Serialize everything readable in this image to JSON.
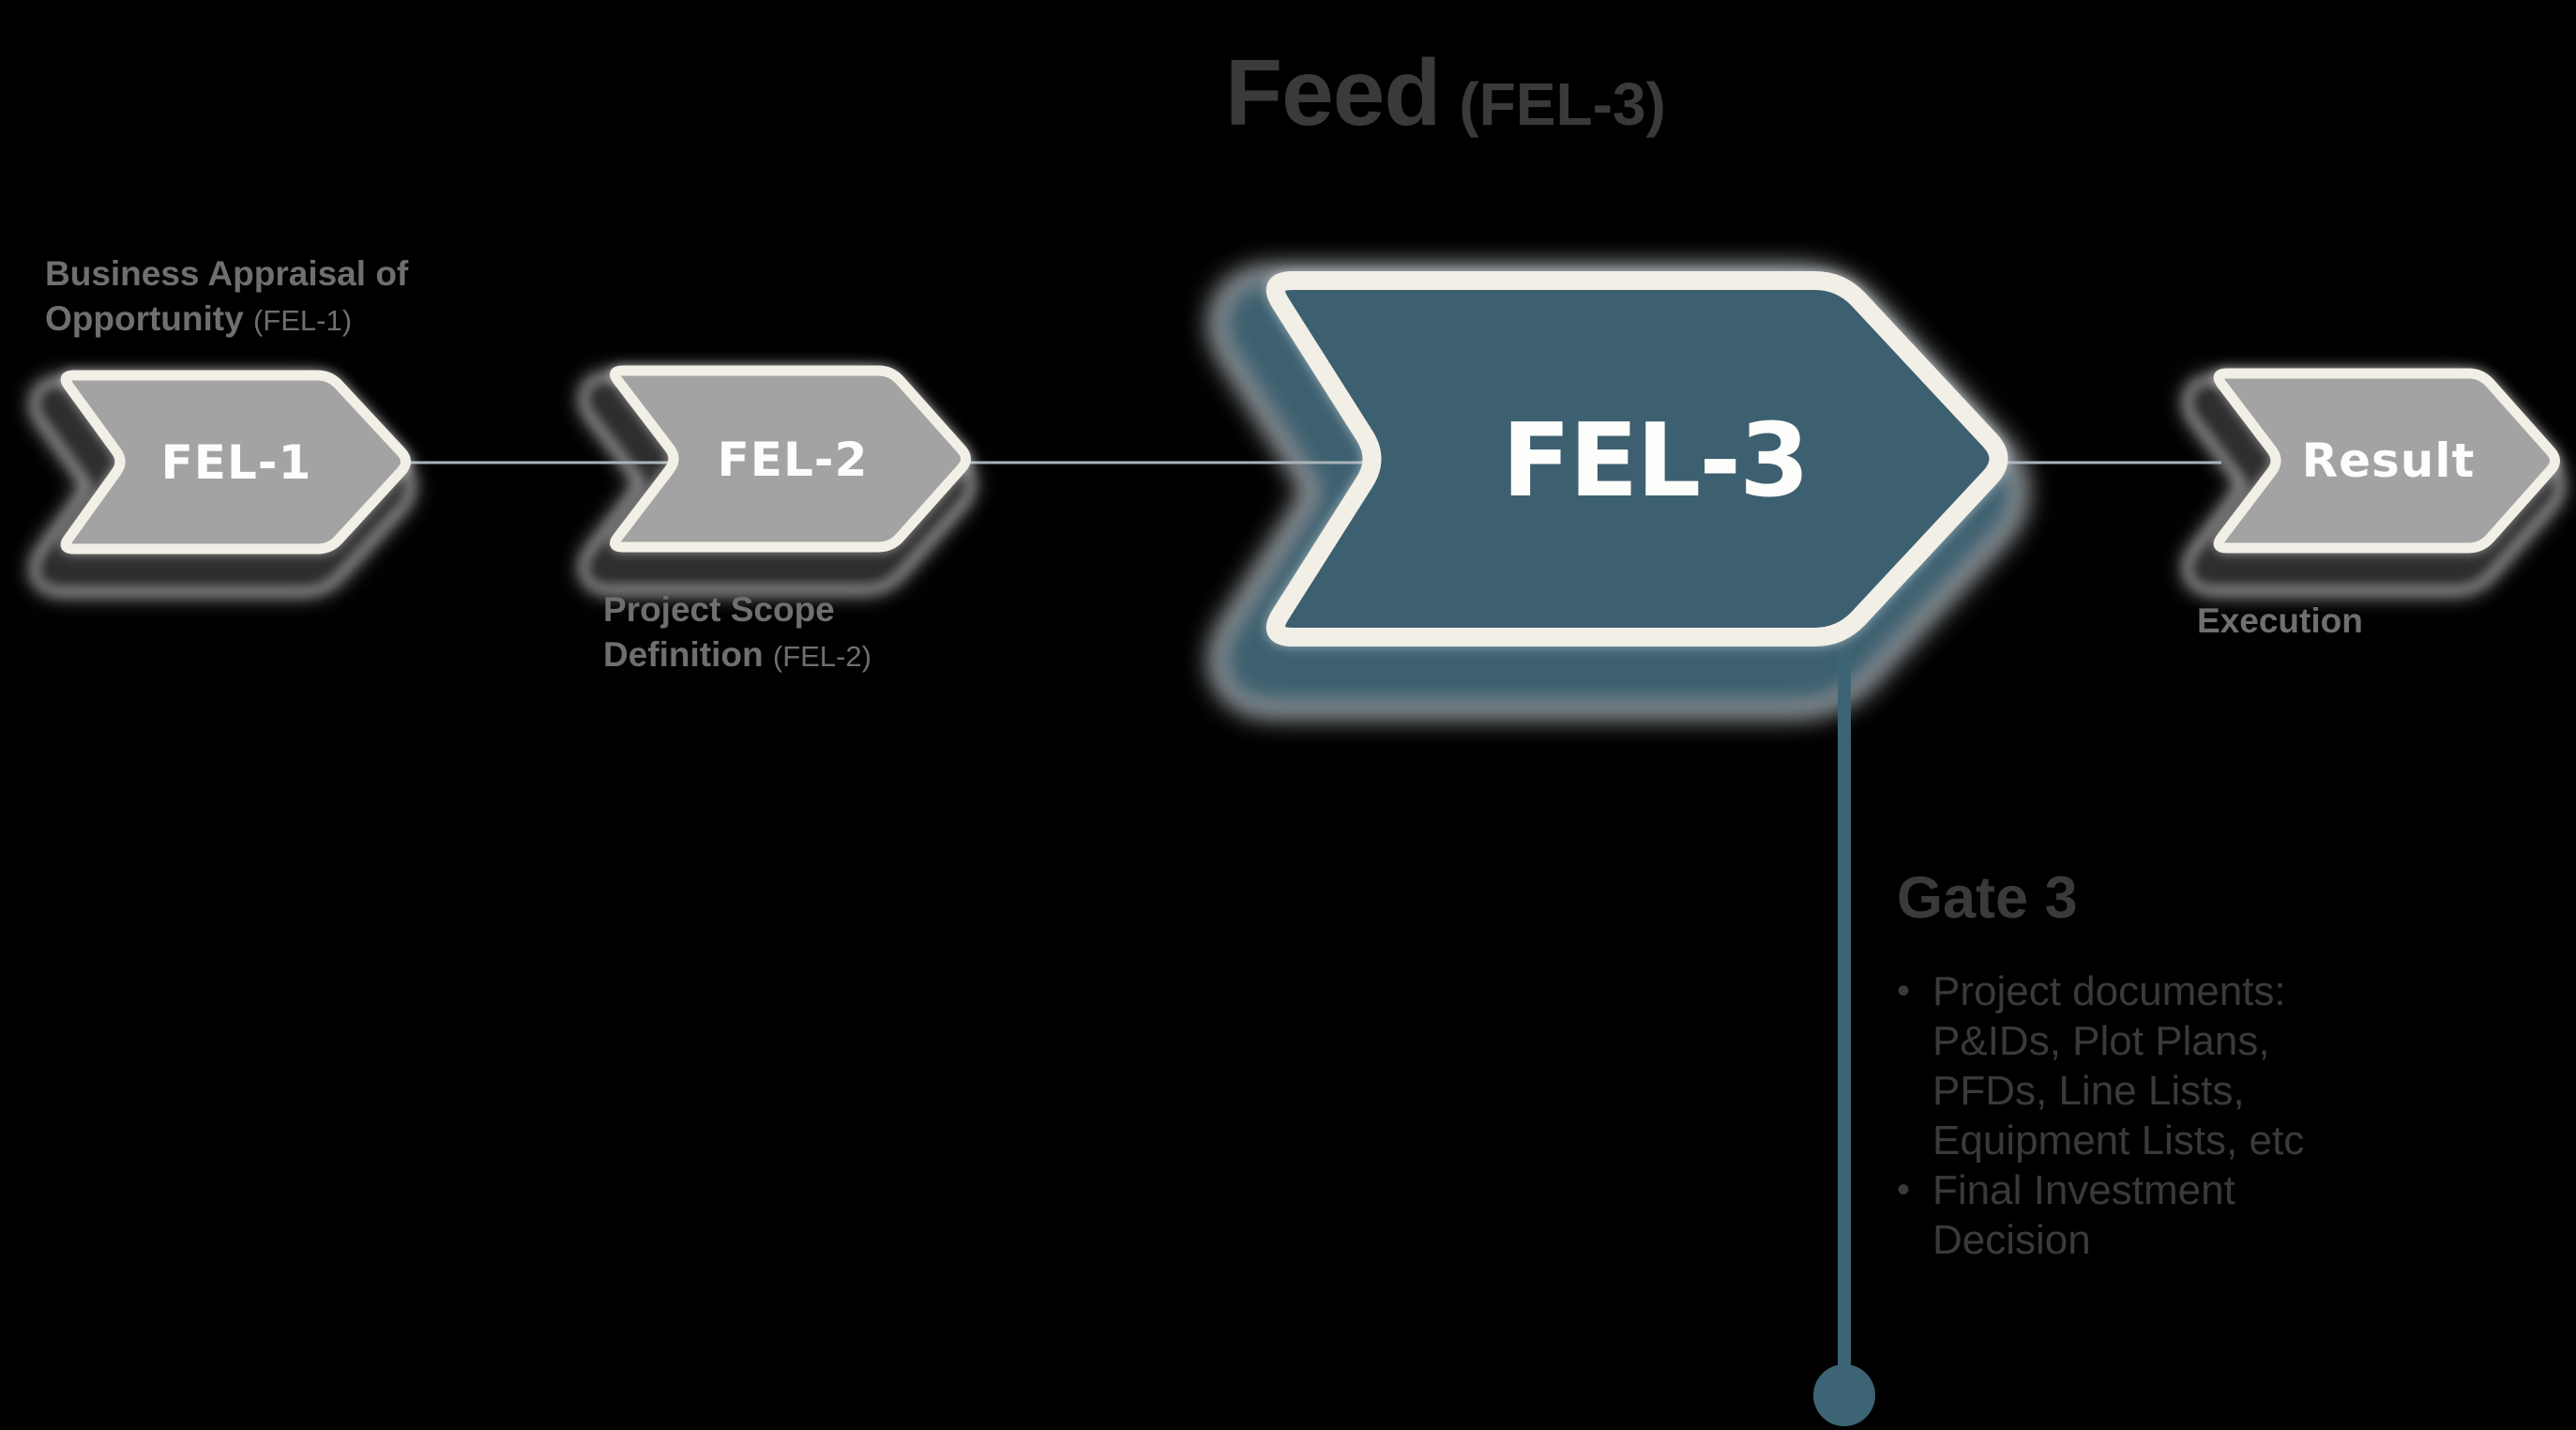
{
  "title": {
    "main": "Feed",
    "suffix": "(FEL-3)"
  },
  "stages": {
    "fel1": {
      "chevron_label": "FEL-1",
      "caption_line1": "Business Appraisal of",
      "caption_line2": "Opportunity",
      "caption_suffix": "(FEL-1)"
    },
    "fel2": {
      "chevron_label": "FEL-2",
      "caption_line1": "Project Scope",
      "caption_line2": "Definition",
      "caption_suffix": "(FEL-2)"
    },
    "fel3": {
      "chevron_label": "FEL-3"
    },
    "result": {
      "chevron_label": "Result",
      "caption": "Execution"
    }
  },
  "gate3": {
    "heading": "Gate 3",
    "bullets": [
      {
        "lines": [
          "Project documents:",
          "P&IDs, Plot Plans,",
          "PFDs, Line Lists,",
          "Equipment Lists, etc"
        ]
      },
      {
        "lines": [
          "Final Investment",
          "Decision"
        ]
      }
    ]
  },
  "colors": {
    "background": "#000000",
    "title_text": "#3a3a3a",
    "caption_text": "#6f6f6f",
    "gate_text": "#3a3a3a",
    "chevron_gray_fill": "#a3a3a3",
    "chevron_teal_fill": "#3d6170",
    "chevron_border": "#f2efe7",
    "chevron_gray_shadow": "#2d2d2d",
    "chevron_text": "#fdfdfb",
    "connector_line": "#a9b4b9",
    "gate_timeline": "#3d6474",
    "outer_glow": "#ffffff"
  }
}
